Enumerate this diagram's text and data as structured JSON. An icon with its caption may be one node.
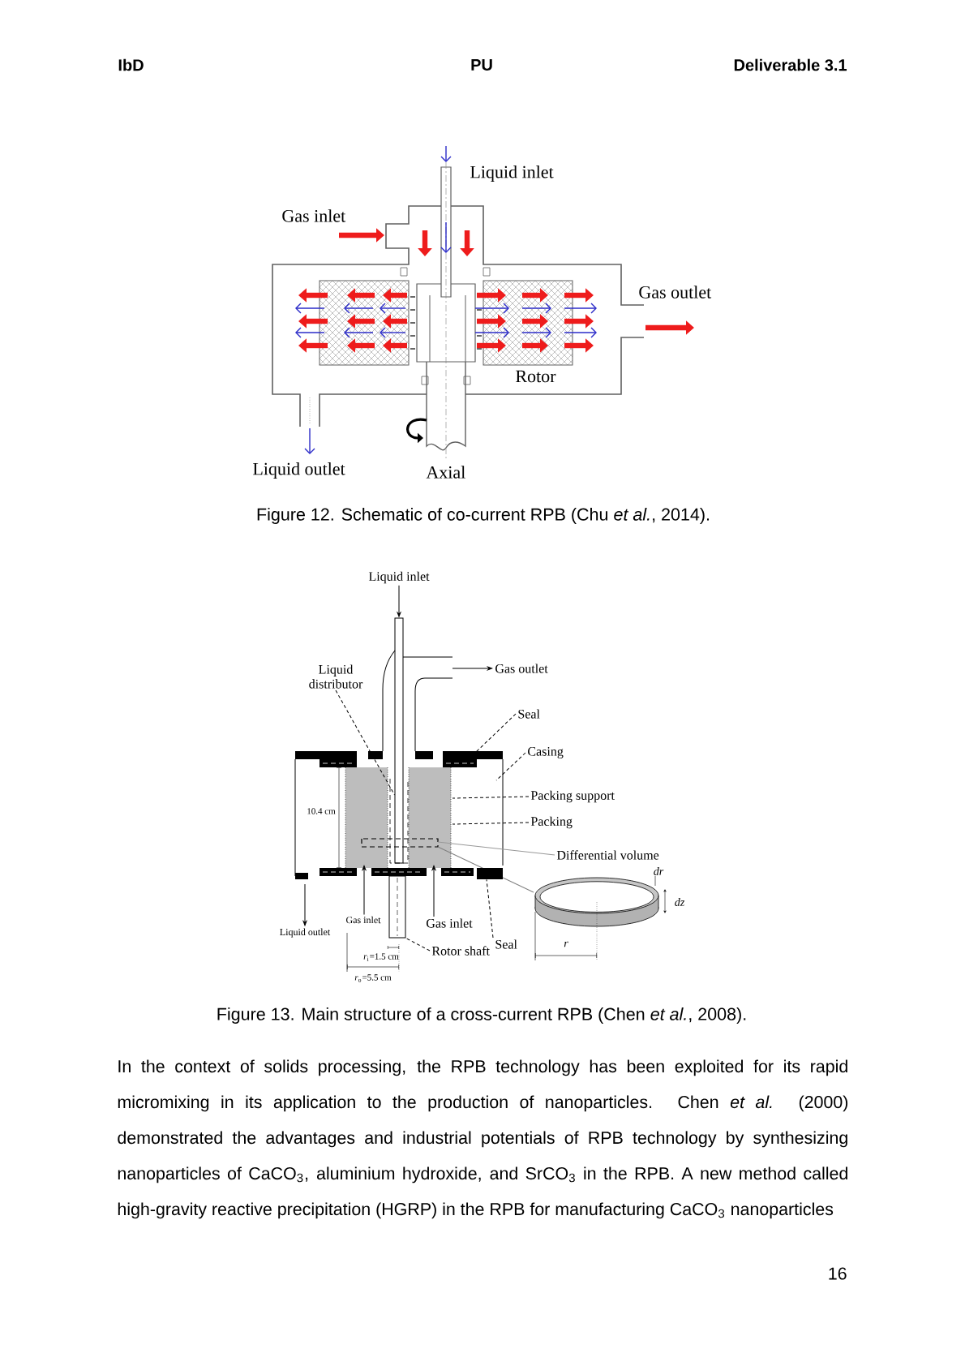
{
  "diagram": {
    "nodes": [
      {
        "text": [
          "Liquid inlet"
        ]
      },
      {
        "text": [
          "Liquid distributor"
        ]
      },
      {
        "text": [
          "Gas outlet"
        ]
      },
      {
        "text": [
          "Seal"
        ]
      },
      {
        "text": [
          "Casing"
        ]
      },
      {
        "text": [
          "Packing support"
        ]
      },
      {
        "text": [
          "Packing"
        ]
      },
      {
        "text": [
          "Differential volume"
        ]
      },
      {
        "text": [
          "Gas inlet"
        ]
      },
      {
        "text": [
          "Gas inlet"
        ]
      },
      {
        "text": [
          "Liquid outlet"
        ]
      },
      {
        "text": [
          "Seal"
        ]
      },
      {
        "text": [
          "Rotor shaft"
        ]
      },
      {
        "text": [],
        "shape": "bar"
      },
      {
        "text": [],
        "shape": "bar"
      },
      {
        "text": [],
        "shape": "bar"
      }
    ],
    "edges": [
      {
        "from": 0,
        "to": 13,
        "arrow": "to"
      },
      {
        "from": 1,
        "to": 13,
        "arrow": "none",
        "style": "dashed"
      },
      {
        "from": null,
        "to": 2,
        "arrow": "to"
      },
      {
        "from": 3,
        "to": null,
        "arrow": "none",
        "style": "dashed"
      },
      {
        "from": 4,
        "to": null,
        "arrow": "none",
        "style": "dashed"
      },
      {
        "from": 5,
        "to": null,
        "arrow": "none",
        "style": "dashed"
      },
      {
        "from": 6,
        "to": null,
        "arrow": "none",
        "style": "dashed"
      },
      {
        "from": 7,
        "to": null,
        "arrow": "none",
        "color": "#999999"
      },
      {
        "from": 8,
        "to": null,
        "arrow": "to"
      },
      {
        "from": 9,
        "to": null,
        "arrow": "to"
      },
      {
        "from": null,
        "to": 10,
        "arrow": "to"
      },
      {
        "from": 11,
        "to": 15,
        "arrow": "none",
        "style": "dashed"
      },
      {
        "from": 12,
        "to": 14,
        "arrow": "none",
        "style": "dashed"
      }
    ],
    "labels": [
      "IbD",
      "PU",
      "Deliverable 3.1",
      "Liquid inlet",
      "Gas inlet",
      "Gas outlet",
      "Rotor",
      "Liquid outlet",
      "Axial",
      "Figure 12. Schematic of co-current RPB (Chu *et al.*, 2014).",
      "10.4 cm",
      "dr",
      "dz",
      "*r*$_{i}$=1.5 cm",
      "r",
      "*r*$_{o}$=5.5 cm",
      "Figure 13. Main structure of a cross-current RPB (Chen *et al.*, 2008).",
      "In the context of solids processing, the RPB technology has been exploited for its rapid micromixing in its application to the production of nanoparticles. Chen *et al.* (2000) demonstrated the advantages and industrial potentials of RPB technology by synthesizing nanoparticles of CaCO$_{3}$, aluminium hydroxide, and SrCO$_{3}$ in the RPB. A new method called high-gravity reactive precipitation (HGRP) in the RPB for manufacturing CaCO$_{3}$ nanoparticles",
      "16"
    ]
  }
}
